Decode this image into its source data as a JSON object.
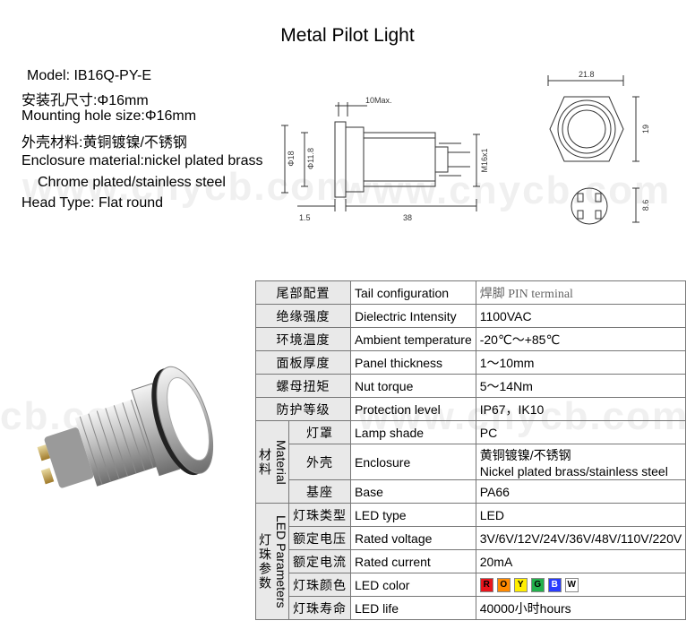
{
  "title": "Metal Pilot Light",
  "specs": [
    "Model: IB16Q-PY-E",
    "安装孔尺寸:Φ16mm",
    "Mounting hole size:Φ16mm",
    "外壳材料:黄铜镀镍/不锈钢",
    "Enclosure material:nickel plated brass",
    "Chrome plated/stainless steel",
    "Head Type: Flat round"
  ],
  "watermark": "www.cnycb.com",
  "watermark_short": "cb.com",
  "drawing": {
    "dim_10max": "10Max.",
    "dim_d18": "Φ18",
    "dim_d118": "Φ11.8",
    "dim_m16": "M16x1",
    "dim_15": "1.5",
    "dim_38": "38",
    "dim_218": "21.8",
    "dim_19": "19",
    "dim_86": "8.6"
  },
  "table": {
    "rows": [
      {
        "cn": "尾部配置",
        "en": "Tail configuration",
        "value": "焊脚  PIN terminal"
      },
      {
        "cn": "绝缘强度",
        "en": "Dielectric Intensity",
        "value": "1100VAC"
      },
      {
        "cn": "环境温度",
        "en": "Ambient temperature",
        "value": "-20℃～+85℃"
      },
      {
        "cn": "面板厚度",
        "en": "Panel thickness",
        "value": "1～10mm"
      },
      {
        "cn": "螺母扭矩",
        "en": "Nut torque",
        "value": "5～14Nm"
      },
      {
        "cn": "防护等级",
        "en": "Protection level",
        "value": "IP67，IK10"
      }
    ],
    "material_group": {
      "cn": "材料",
      "en": "Material",
      "rows": [
        {
          "cn": "灯罩",
          "en": "Lamp shade",
          "value": "PC"
        },
        {
          "cn": "外壳",
          "en": "Enclosure",
          "value": "黄铜镀镍/不锈钢",
          "value2": "Nickel plated brass/stainless steel"
        },
        {
          "cn": "基座",
          "en": "Base",
          "value": "PA66"
        }
      ]
    },
    "led_group": {
      "cn": "灯珠参数",
      "en": "LED Parameters",
      "rows": [
        {
          "cn": "灯珠类型",
          "en": "LED type",
          "value": "LED"
        },
        {
          "cn": "额定电压",
          "en": "Rated voltage",
          "value": "3V/6V/12V/24V/36V/48V/110V/220V"
        },
        {
          "cn": "额定电流",
          "en": "Rated current",
          "value": "20mA"
        },
        {
          "cn": "灯珠颜色",
          "en": "LED color",
          "colors": [
            {
              "letter": "R",
              "bg": "#e8141b",
              "fg": "#000000"
            },
            {
              "letter": "O",
              "bg": "#ff8a00",
              "fg": "#000000"
            },
            {
              "letter": "Y",
              "bg": "#ffee00",
              "fg": "#000000"
            },
            {
              "letter": "G",
              "bg": "#22b14c",
              "fg": "#000000"
            },
            {
              "letter": "B",
              "bg": "#2a3cff",
              "fg": "#ffffff"
            },
            {
              "letter": "W",
              "bg": "#ffffff",
              "fg": "#000000"
            }
          ]
        },
        {
          "cn": "灯珠寿命",
          "en": "LED life",
          "value": "40000小时hours"
        }
      ]
    }
  }
}
